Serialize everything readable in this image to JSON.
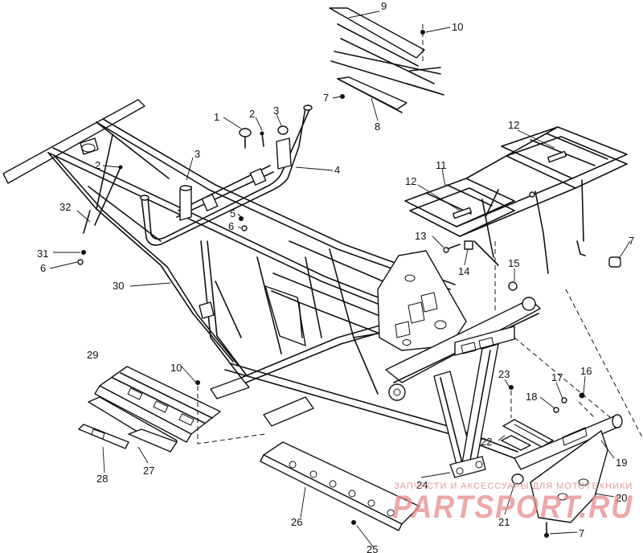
{
  "callouts": [
    {
      "id": "c9",
      "text": "9"
    },
    {
      "id": "c10a",
      "text": "10"
    },
    {
      "id": "c7a",
      "text": "7"
    },
    {
      "id": "c8",
      "text": "8"
    },
    {
      "id": "c1",
      "text": "1"
    },
    {
      "id": "c2a",
      "text": "2"
    },
    {
      "id": "c3a",
      "text": "3"
    },
    {
      "id": "c4",
      "text": "4"
    },
    {
      "id": "c2b",
      "text": "2"
    },
    {
      "id": "c3b",
      "text": "3"
    },
    {
      "id": "c32",
      "text": "32"
    },
    {
      "id": "c5",
      "text": "5"
    },
    {
      "id": "c6a",
      "text": "6"
    },
    {
      "id": "c31",
      "text": "31"
    },
    {
      "id": "c6b",
      "text": "6"
    },
    {
      "id": "c30",
      "text": "30"
    },
    {
      "id": "c12a",
      "text": "12"
    },
    {
      "id": "c11",
      "text": "11"
    },
    {
      "id": "c12b",
      "text": "12"
    },
    {
      "id": "c13",
      "text": "13"
    },
    {
      "id": "c14",
      "text": "14"
    },
    {
      "id": "c15",
      "text": "15"
    },
    {
      "id": "c7b",
      "text": "7"
    },
    {
      "id": "c29",
      "text": "29"
    },
    {
      "id": "c10b",
      "text": "10"
    },
    {
      "id": "c23",
      "text": "23"
    },
    {
      "id": "c17",
      "text": "17"
    },
    {
      "id": "c16",
      "text": "16"
    },
    {
      "id": "c18",
      "text": "18"
    },
    {
      "id": "c22",
      "text": "22"
    },
    {
      "id": "c19",
      "text": "19"
    },
    {
      "id": "c24",
      "text": "24"
    },
    {
      "id": "c28",
      "text": "28"
    },
    {
      "id": "c27",
      "text": "27"
    },
    {
      "id": "c20",
      "text": "20"
    },
    {
      "id": "c26",
      "text": "26"
    },
    {
      "id": "c21",
      "text": "21"
    },
    {
      "id": "c7c",
      "text": "7"
    },
    {
      "id": "c25",
      "text": "25"
    }
  ],
  "watermark": {
    "line1": "ЗАПЧАСТИ И АКСЕССУАРЫ ДЛЯ МОТОТЕХНИКИ",
    "line2": "PARTSPORT.RU"
  }
}
